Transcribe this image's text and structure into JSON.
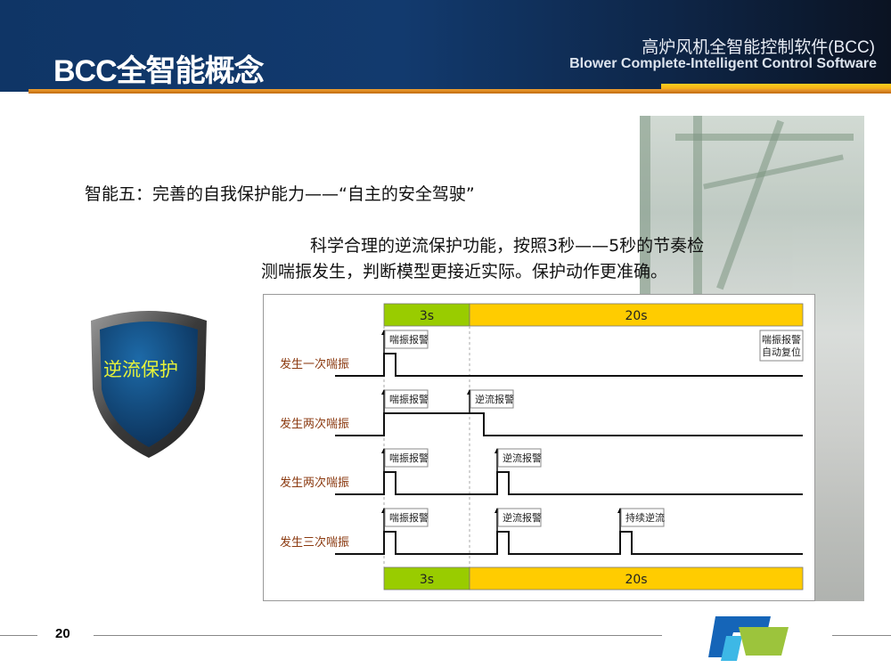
{
  "header": {
    "title": "BCC全智能概念",
    "subtitle_cn": "高炉风机全智能控制软件(BCC)",
    "subtitle_en": "Blower Complete-Intelligent Control Software"
  },
  "content": {
    "heading": "智能五：完善的自我保护能力——“自主的安全驾驶”",
    "para_line1": "科学合理的逆流保护功能，按照3秒——5秒的节奏检",
    "para_line2": "测喘振发生，判断模型更接近实际。保护动作更准确。"
  },
  "shield": {
    "label": "逆流保护"
  },
  "diagram": {
    "bar_green": "3s",
    "bar_yellow": "20s",
    "colors": {
      "green": "#99cc00",
      "yellow": "#ffcc00",
      "row_label": "#8b3a10"
    },
    "rows": [
      {
        "label": "发生一次喘振",
        "tags": [
          "喘振报警"
        ],
        "reset_tag_1": "喘振报警",
        "reset_tag_2": "自动复位"
      },
      {
        "label": "发生两次喘振",
        "tags": [
          "喘振报警",
          "逆流报警"
        ]
      },
      {
        "label": "发生两次喘振",
        "tags": [
          "喘振报警",
          "逆流报警"
        ]
      },
      {
        "label": "发生三次喘振",
        "tags": [
          "喘振报警",
          "逆流报警",
          "持续逆流"
        ]
      }
    ]
  },
  "footer": {
    "page_number": "20"
  }
}
